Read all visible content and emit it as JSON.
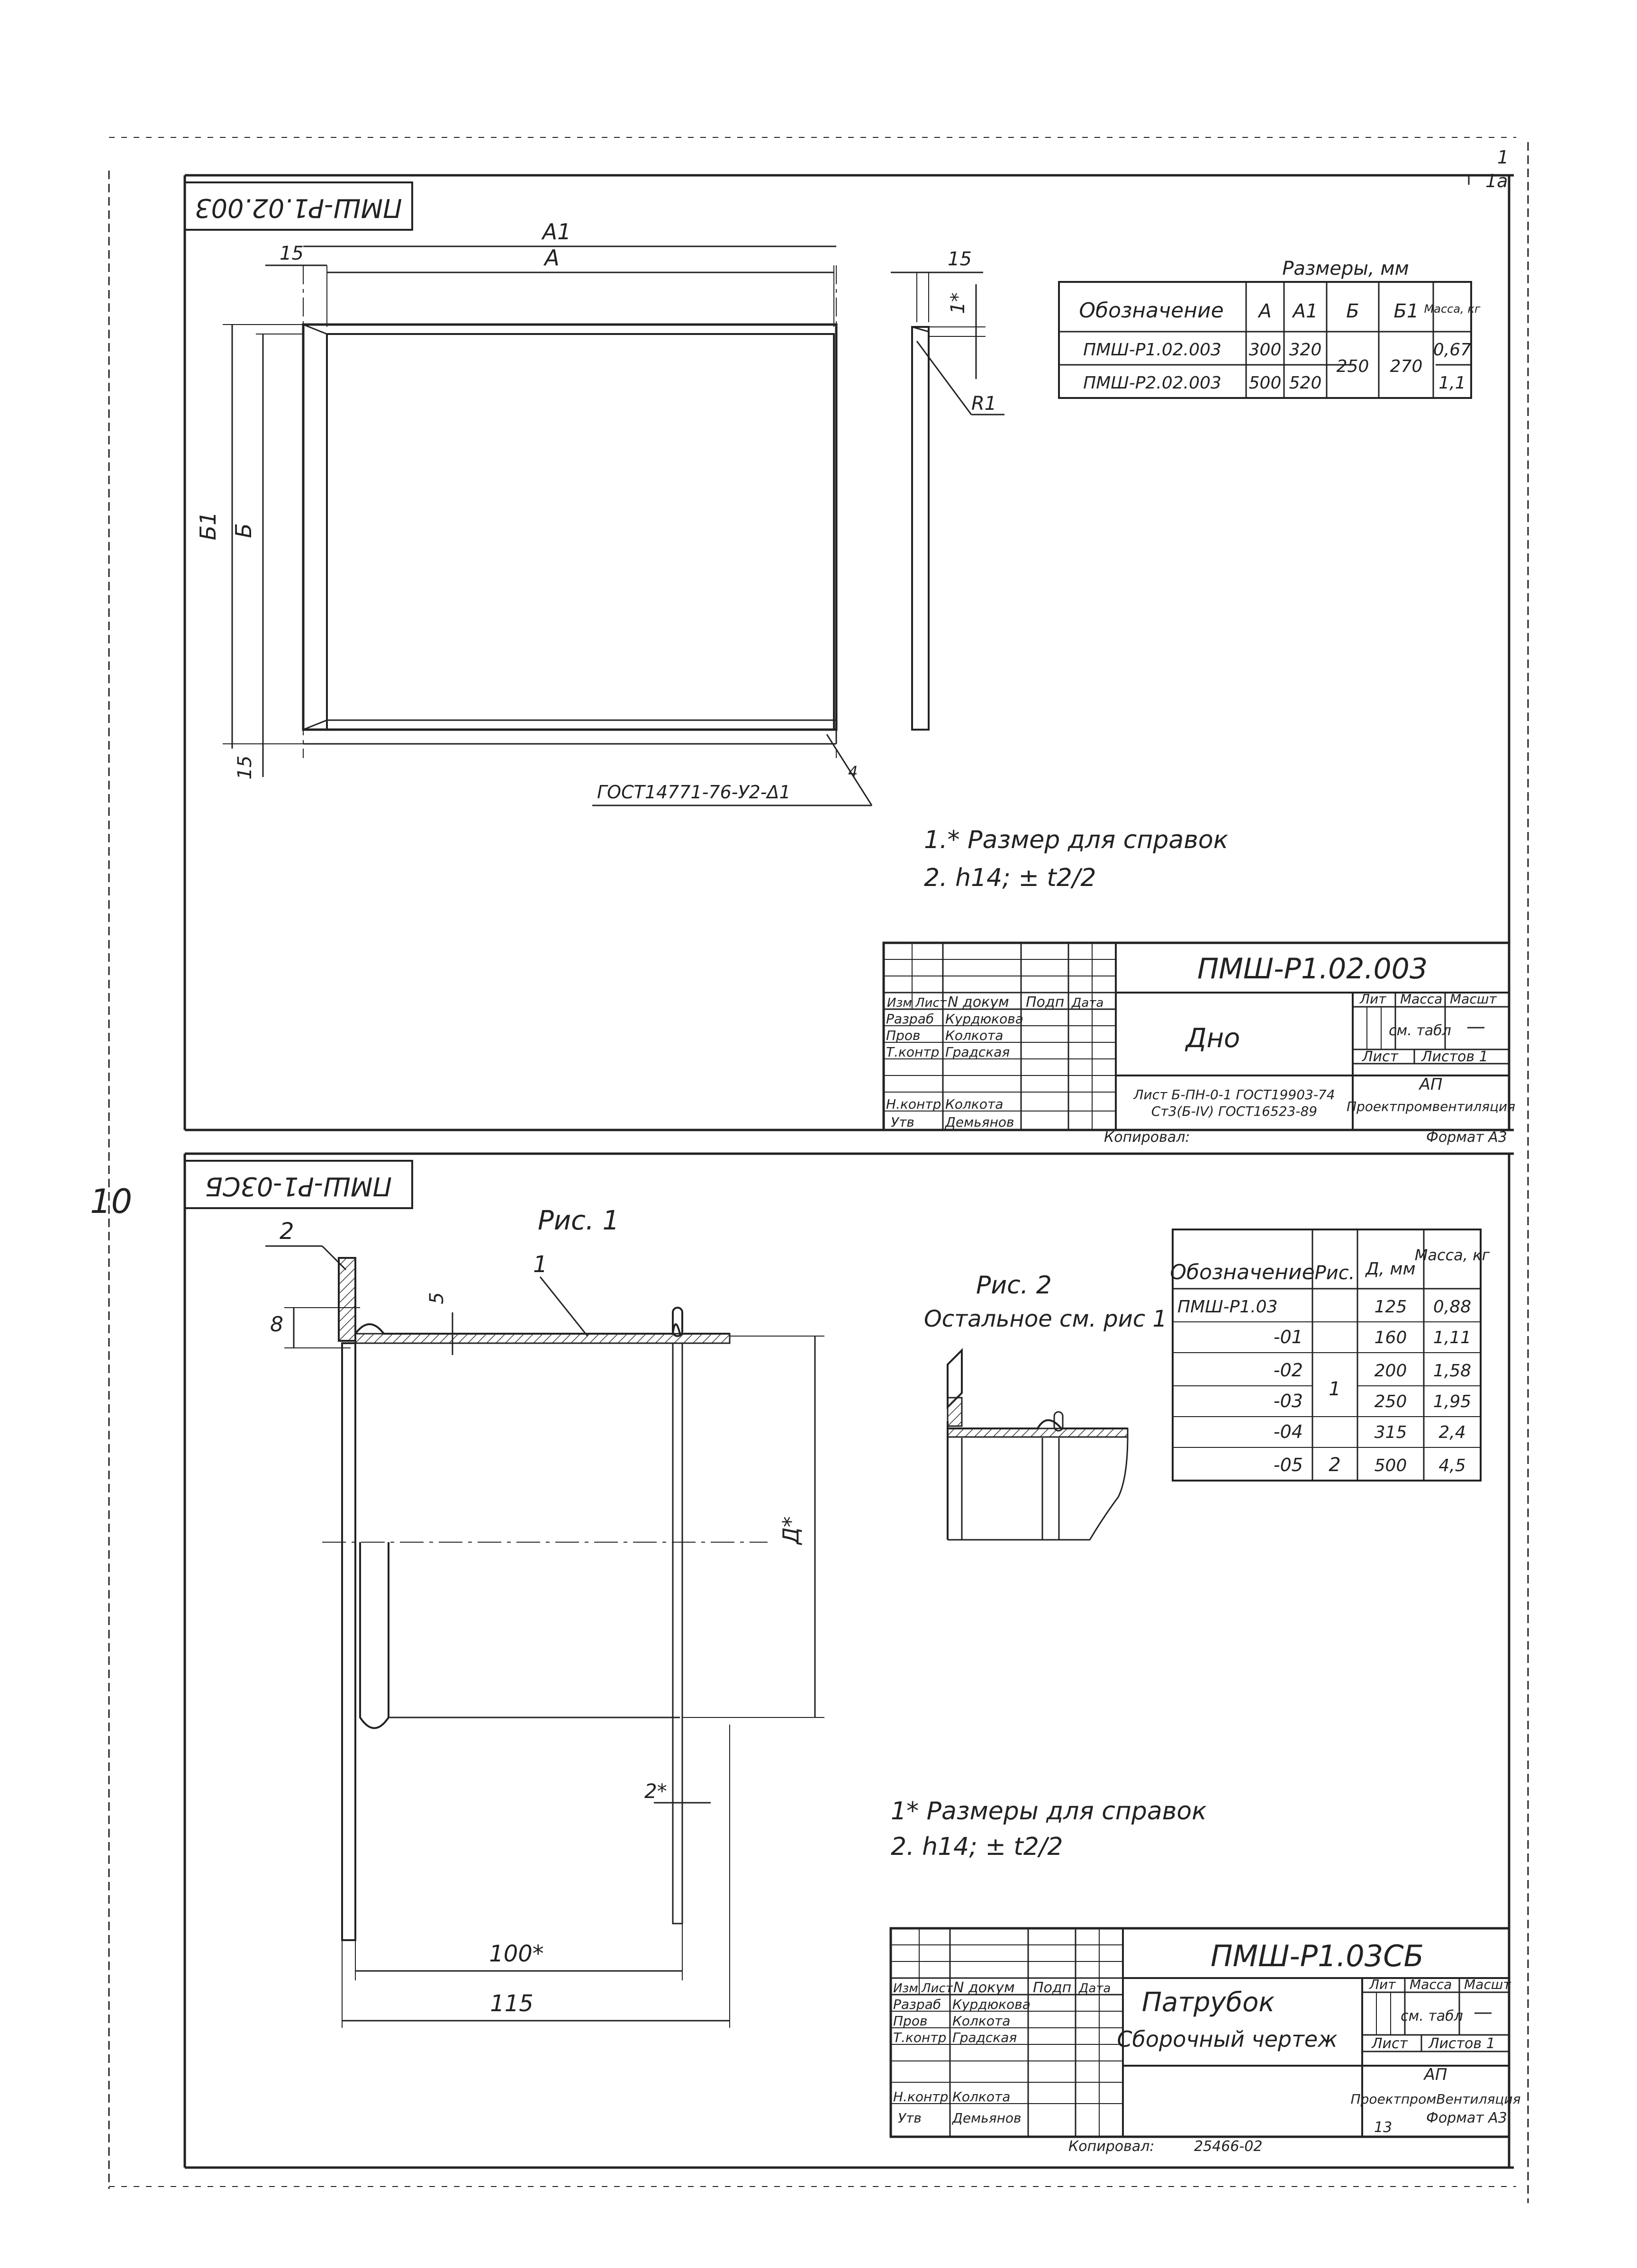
{
  "page_marks": {
    "corner_top": "1",
    "corner_side": "1a",
    "margin_note": "10"
  },
  "sheet1": {
    "stamp_rotated": "ПМШ-Р1.02.003",
    "dim_A1": "A1",
    "dim_A": "A",
    "dim_15_left": "15",
    "dim_15_bottom": "15",
    "dim_B1": "Б1",
    "dim_B": "Б",
    "dim_15_section": "15",
    "dim_1star": "1*",
    "dim_R1": "R1",
    "weld_note": "ГОСТ14771-76-У2-Δ1",
    "weld_flag": "4",
    "notes": [
      "1.* Размер для справок",
      "2. h14; ± t2/2"
    ],
    "table": {
      "group_header": "Размеры, мм",
      "headers": [
        "Обозначение",
        "A",
        "A1",
        "Б",
        "Б1",
        "Масса, кг"
      ],
      "rows": [
        [
          "ПМШ-Р1.02.003",
          "300",
          "320",
          "250",
          "270",
          "0,67"
        ],
        [
          "ПМШ-Р2.02.003",
          "500",
          "520",
          "",
          "",
          "1,1"
        ]
      ]
    },
    "title_block": {
      "doc_code": "ПМШ-Р1.02.003",
      "part_name": "Дно",
      "col_headers": [
        "Изм",
        "Лист",
        "N докум",
        "Подп",
        "Дата"
      ],
      "roles": [
        "Разраб",
        "Пров",
        "Т.контр",
        "Н.контр",
        "Утв"
      ],
      "names": [
        "Курдюкова",
        "Колкота",
        "Градская",
        "Колкота",
        "Демьянов"
      ],
      "lit_label": "Лит",
      "mass_label": "Масса",
      "scale_label": "Масшт",
      "mass_value": "см. табл",
      "scale_value": "—",
      "sheet_label": "Лист",
      "sheets_label": "Листов 1",
      "org_short": "АП",
      "org_full": "Проектпромвентиляция",
      "material_line1": "Лист Б-ПН-0-1 ГОСТ19903-74",
      "material_line2": "Ст3(Б-IV) ГОСТ16523-89",
      "copied": "Копировал:",
      "format": "Формат А3"
    }
  },
  "sheet2": {
    "stamp_rotated": "ПМШ-Р1-03СБ",
    "fig1_label": "Рис. 1",
    "leader_2": "2",
    "leader_1": "1",
    "dim_8": "8",
    "dim_5": "5",
    "dim_D": "Д*",
    "dim_2star": "2*",
    "dim_100": "100*",
    "dim_115": "115",
    "fig2_label": "Рис. 2",
    "fig2_note": "Остальное см. рис 1",
    "notes": [
      "1* Размеры для справок",
      "2. h14; ± t2/2"
    ],
    "table": {
      "headers": [
        "Обозначение",
        "Рис.",
        "Д, мм",
        "Масса, кг"
      ],
      "rows": [
        [
          "ПМШ-Р1.03",
          "",
          "125",
          "0,88"
        ],
        [
          "-01",
          "",
          "160",
          "1,11"
        ],
        [
          "-02",
          "1",
          "200",
          "1,58"
        ],
        [
          "-03",
          "",
          "250",
          "1,95"
        ],
        [
          "-04",
          "",
          "315",
          "2,4"
        ],
        [
          "-05",
          "2",
          "500",
          "4,5"
        ]
      ]
    },
    "title_block": {
      "doc_code": "ПМШ-Р1.03СБ",
      "part_name": "Патрубок",
      "part_sub": "Сборочный чертеж",
      "col_headers": [
        "Изм",
        "Лист",
        "N докум",
        "Подп",
        "Дата"
      ],
      "roles": [
        "Разраб",
        "Пров",
        "Т.контр",
        "Н.контр",
        "Утв"
      ],
      "names": [
        "Курдюкова",
        "Колкота",
        "Градская",
        "Колкота",
        "Демьянов"
      ],
      "lit_label": "Лит",
      "mass_label": "Масса",
      "scale_label": "Масшт",
      "mass_value": "см. табл",
      "scale_value": "—",
      "sheet_label": "Лист",
      "sheets_label": "Листов 1",
      "org_short": "АП",
      "org_full": "ПроектпромВентиляция",
      "copied": "Копировал:",
      "archive_no": "25466-02",
      "page_no": "13",
      "format": "Формат А3"
    }
  }
}
